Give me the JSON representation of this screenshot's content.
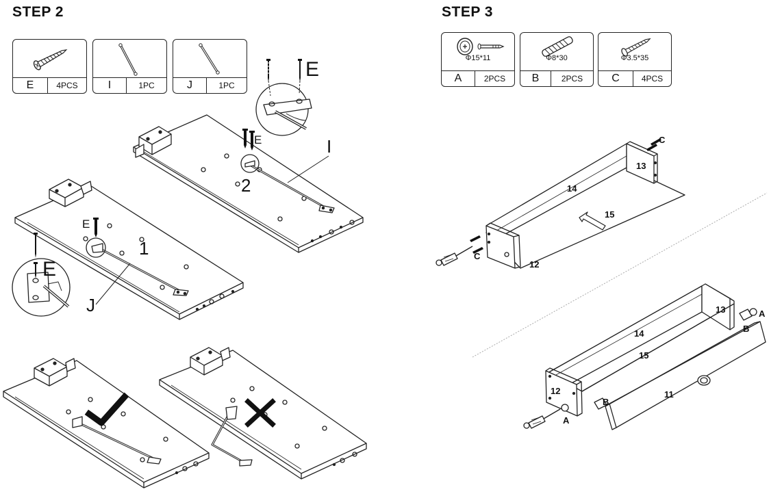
{
  "step2": {
    "title": "STEP 2",
    "parts": [
      {
        "letter": "E",
        "qty": "4PCS",
        "icon": "screw-icon"
      },
      {
        "letter": "I",
        "qty": "1PC",
        "icon": "rod-icon"
      },
      {
        "letter": "J",
        "qty": "1PC",
        "icon": "rod-icon"
      }
    ],
    "labels": {
      "e": "E",
      "i": "I",
      "j": "J",
      "one": "1",
      "two": "2"
    }
  },
  "step3": {
    "title": "STEP 3",
    "parts": [
      {
        "letter": "A",
        "qty": "2PCS",
        "spec": "Φ15*11",
        "icon": "cam-lock-icon"
      },
      {
        "letter": "B",
        "qty": "2PCS",
        "spec": "Φ8*30",
        "icon": "dowel-icon"
      },
      {
        "letter": "C",
        "qty": "4PCS",
        "spec": "Φ3.5*35",
        "icon": "screw-icon"
      }
    ],
    "labels": {
      "a": "A",
      "b": "B",
      "c": "C",
      "p11": "11",
      "p12": "12",
      "p13": "13",
      "p14": "14",
      "p15": "15"
    }
  },
  "marks": {
    "correct": "check-icon",
    "wrong": "cross-icon"
  }
}
